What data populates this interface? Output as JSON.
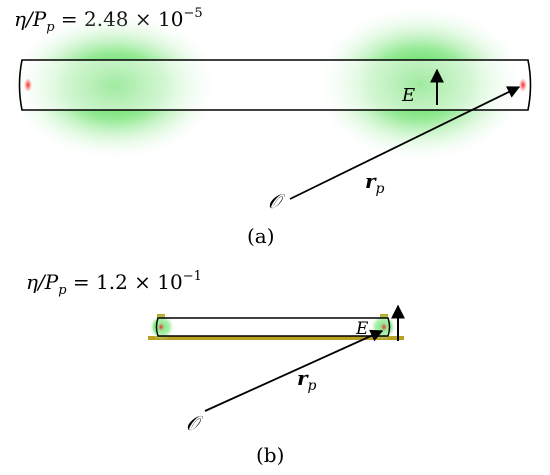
{
  "panel_a": {
    "ratio_lhs": "η/P",
    "ratio_sub": "p",
    "ratio_rhs": " = 2.48 × 10",
    "ratio_exp": "−5",
    "field_label": "E",
    "origin_label": "𝒪",
    "vector_label": "r",
    "vector_sub": "p",
    "caption": "(a)"
  },
  "panel_b": {
    "ratio_lhs": "η/P",
    "ratio_sub": "p",
    "ratio_rhs": " = 1.2 × 10",
    "ratio_exp": "−1",
    "field_label": "E",
    "origin_label": "𝒪",
    "vector_label": "r",
    "vector_sub": "p",
    "caption": "(b)"
  },
  "colors": {
    "glow": "#22cc22",
    "hotspot": "#e02020",
    "plate": "#b8a020",
    "outline": "#000000"
  }
}
